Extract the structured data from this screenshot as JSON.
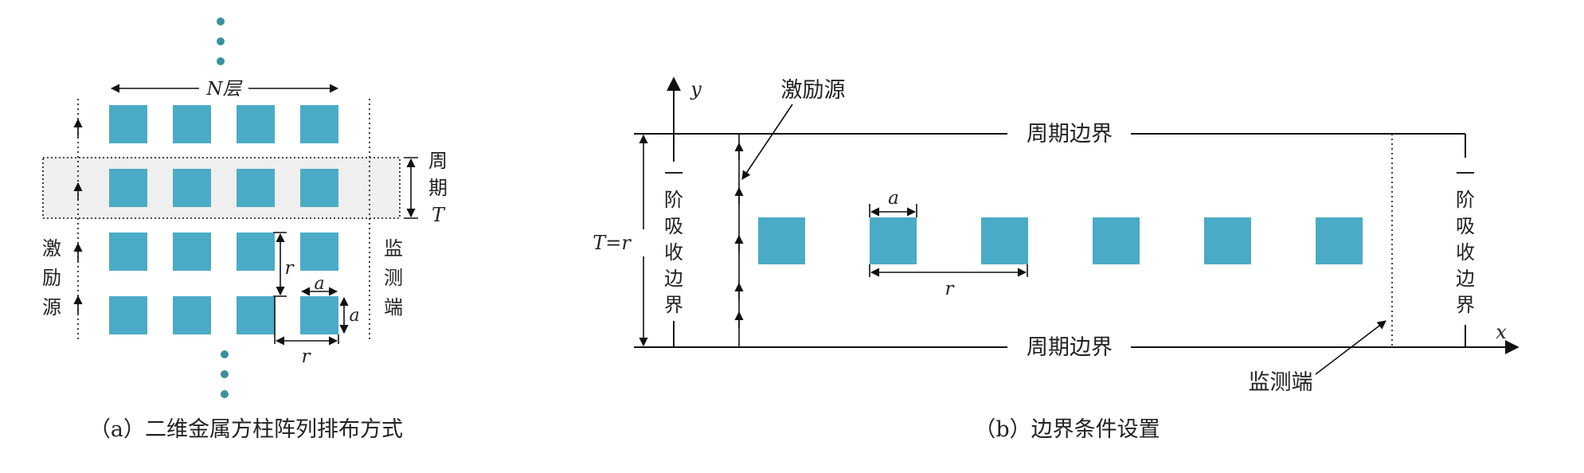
{
  "panel_a": {
    "layers_label": "N层",
    "period_label_chars": [
      "周",
      "期"
    ],
    "period_symbol": "T",
    "source_label_chars": [
      "激",
      "励",
      "源"
    ],
    "monitor_label_chars": [
      "监",
      "测",
      "端"
    ],
    "dim_r": "r",
    "dim_a": "a",
    "caption": "（a）二维金属方柱阵列排布方式"
  },
  "panel_b": {
    "axis_x": "x",
    "axis_y": "y",
    "source_label": "激励源",
    "periodic_top": "周期边界",
    "periodic_bottom": "周期边界",
    "absorb_left_chars": [
      "一",
      "阶",
      "吸",
      "收",
      "边",
      "界"
    ],
    "absorb_right_chars": [
      "一",
      "阶",
      "吸",
      "收",
      "边",
      "界"
    ],
    "period_eq": "T=r",
    "dim_a": "a",
    "dim_r": "r",
    "monitor_label": "监测端",
    "caption": "（b）边界条件设置"
  },
  "colors": {
    "cylinder": "#4aabc6",
    "dot": "#3a8fa2",
    "band": "#efefef"
  }
}
